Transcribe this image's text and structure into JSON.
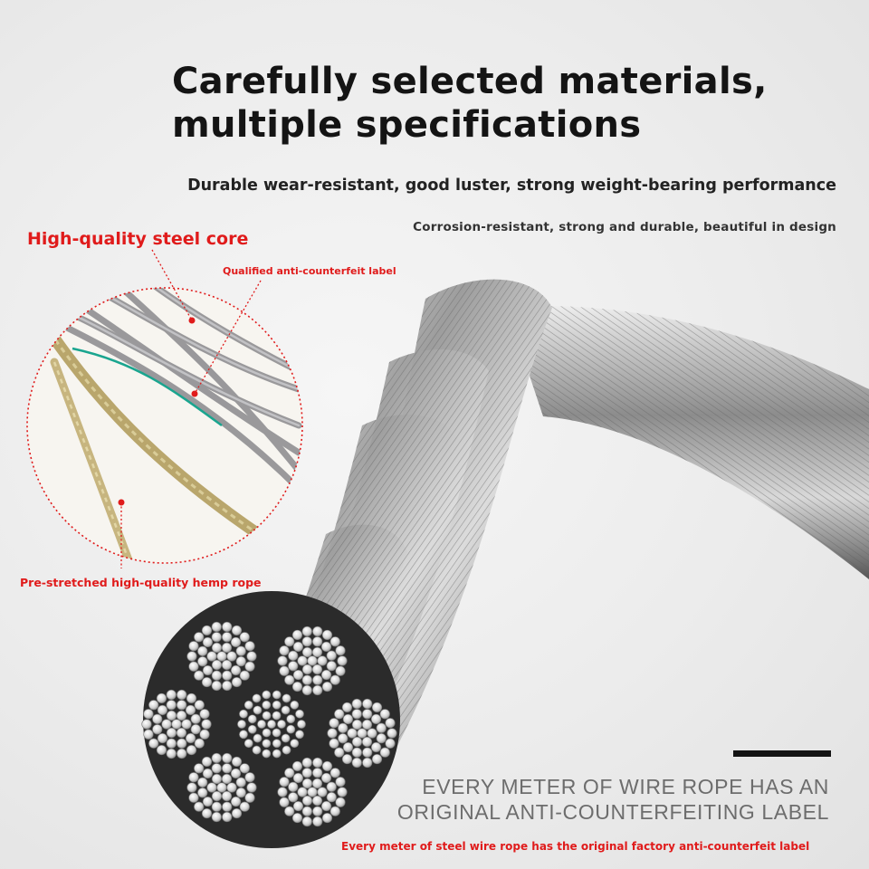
{
  "headline": {
    "line1": "Carefully selected materials,",
    "line2": "multiple specifications"
  },
  "subheadline": "Durable wear-resistant, good luster, strong weight-bearing performance",
  "tagline": "Corrosion-resistant, strong and durable, beautiful in design",
  "callouts": {
    "steel_core": "High-quality steel core",
    "anti_counterfeit_label": "Qualified anti-counterfeit label",
    "hemp_rope": "Pre-stretched high-quality hemp rope"
  },
  "caption": {
    "line1": "EVERY METER OF WIRE ROPE HAS AN",
    "line2": "ORIGINAL ANTI-COUNTERFEITING LABEL"
  },
  "footer_note": "Every meter of steel wire rope has the original factory anti-counterfeit label",
  "colors": {
    "accent_red": "#e01b1b",
    "headline": "#141414",
    "caption_gray": "#6d6d6d",
    "steel": "#9a9a9a",
    "hemp": "#b9a66c",
    "label_teal": "#1aa58f"
  }
}
